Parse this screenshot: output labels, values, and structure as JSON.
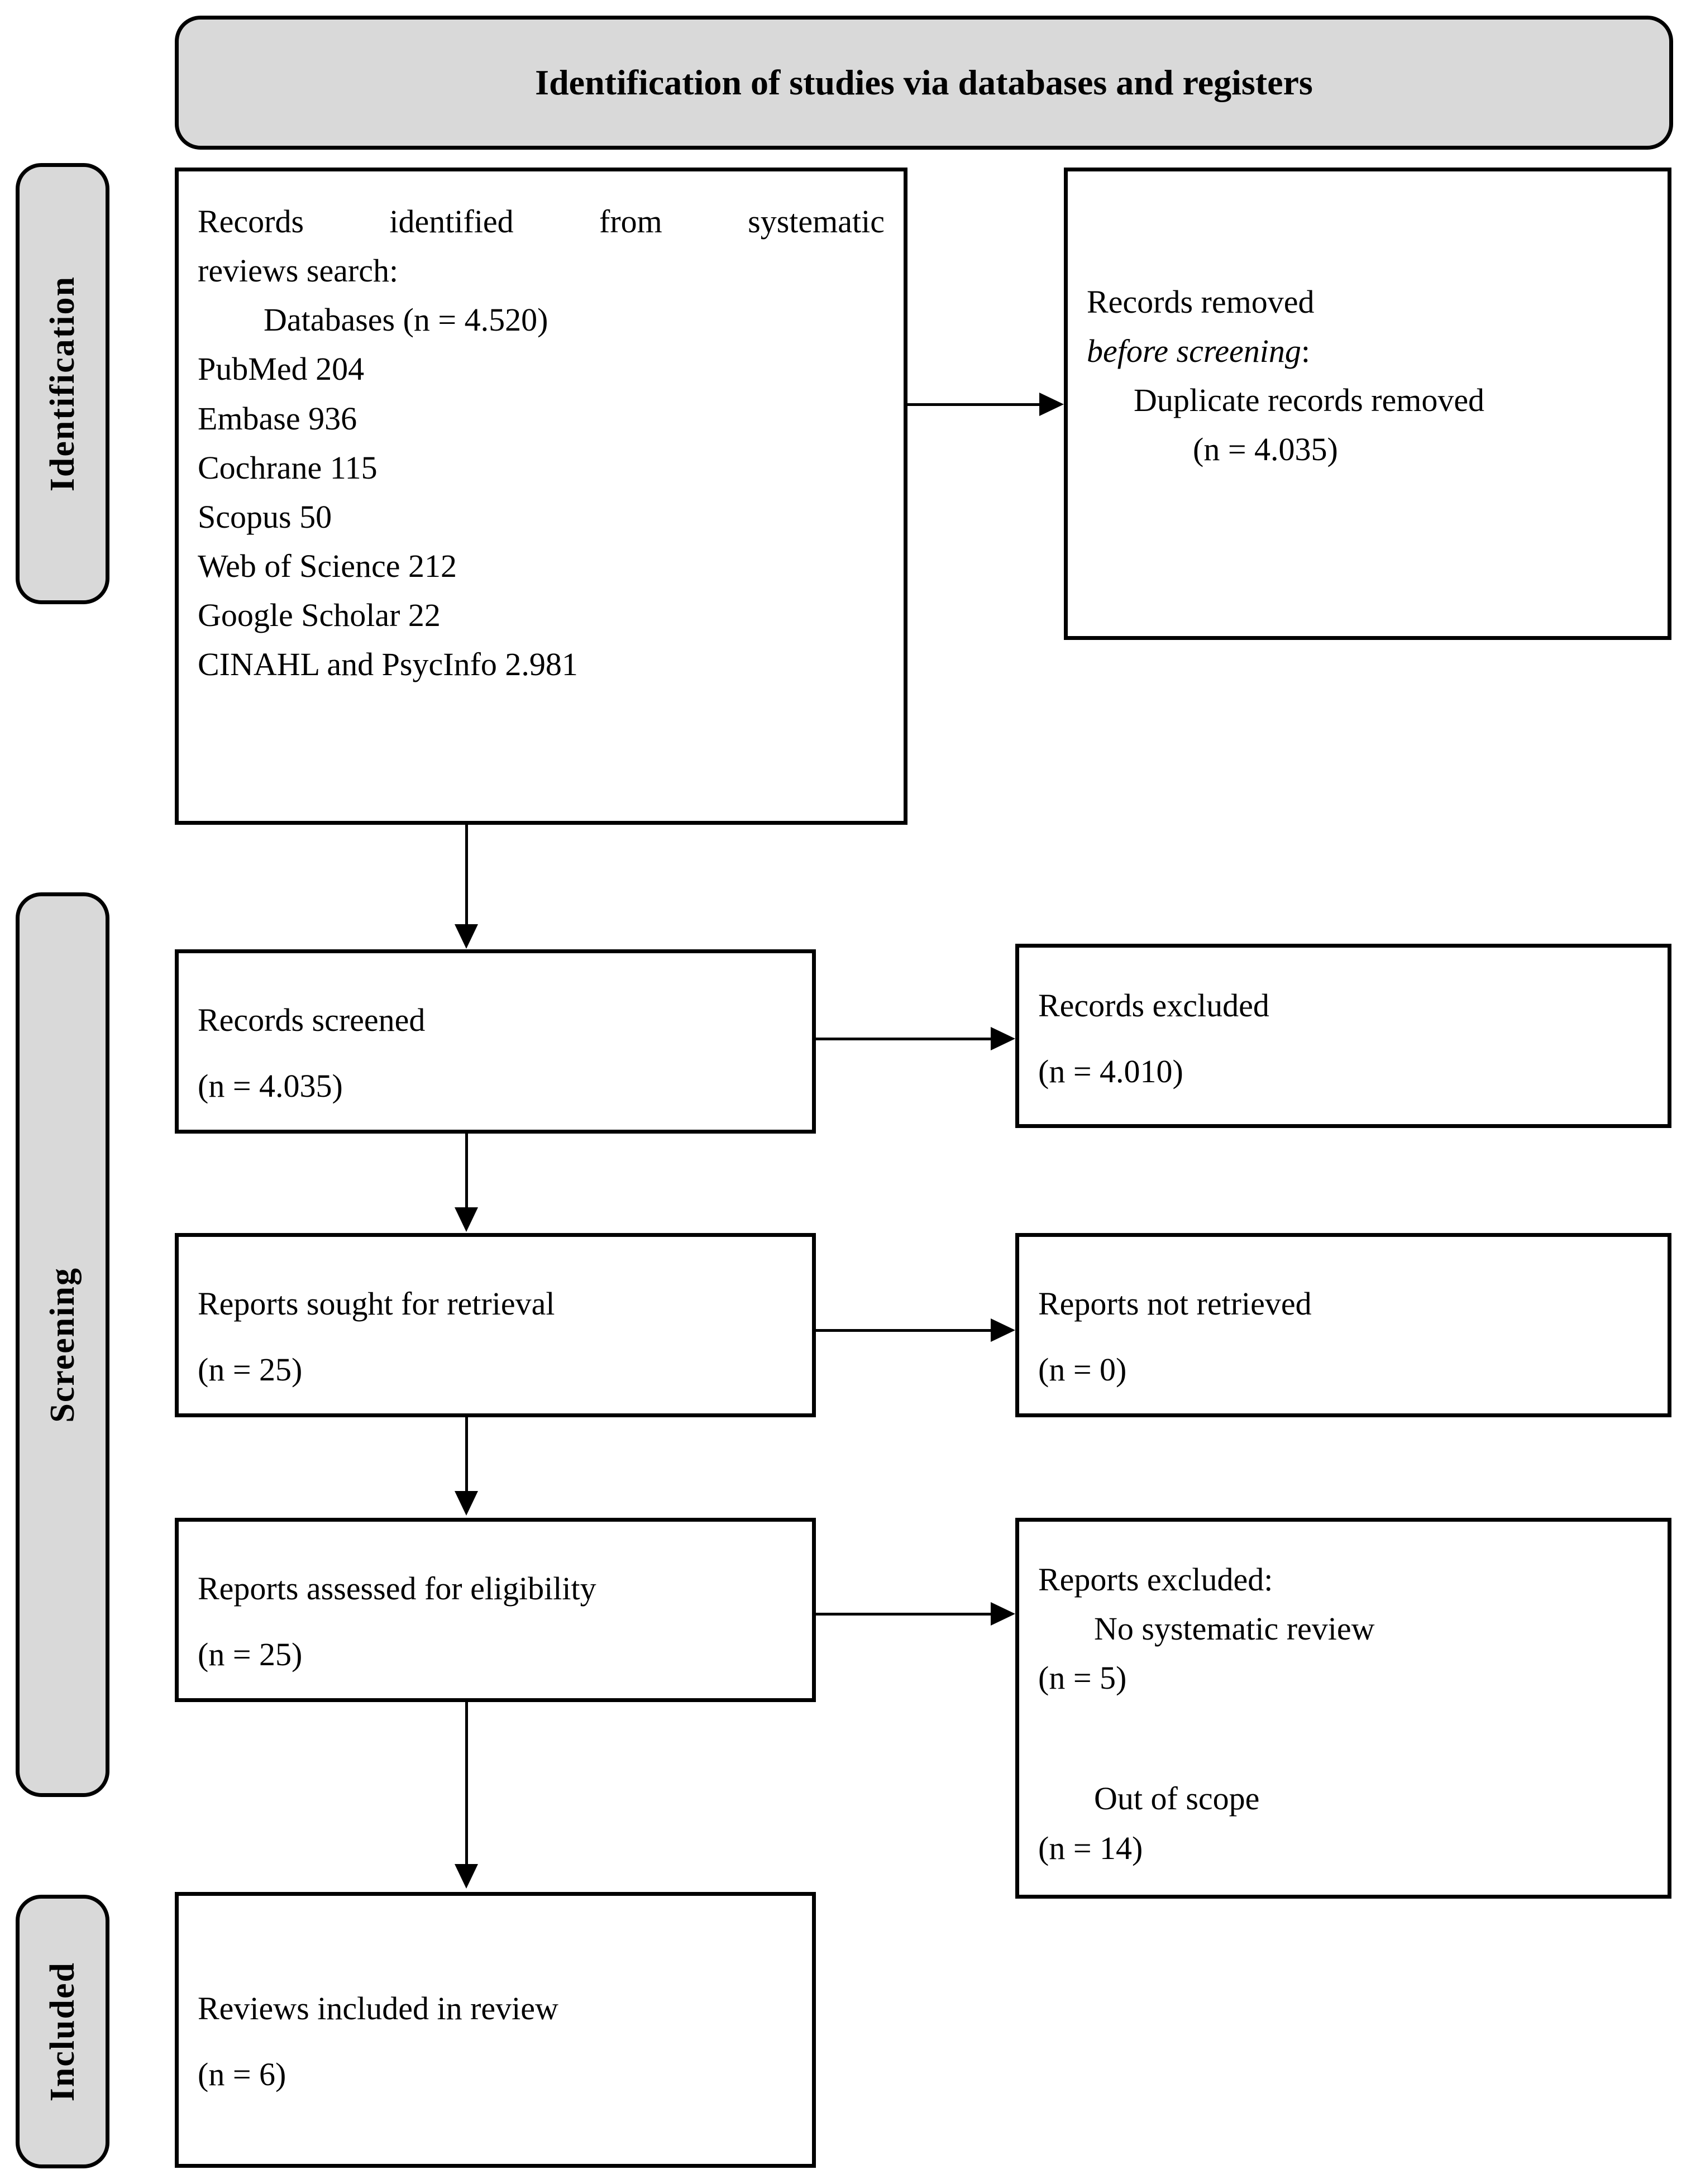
{
  "header": {
    "title": "Identification of studies via databases and registers"
  },
  "stages": [
    {
      "key": "identification",
      "label": "Identification"
    },
    {
      "key": "screening",
      "label": "Screening"
    },
    {
      "key": "included",
      "label": "Included"
    }
  ],
  "boxes": {
    "records_identified": {
      "title_part1": "Records",
      "title_part2": "identified",
      "title_part3": "from",
      "title_part4": "systematic",
      "title_line2": "reviews search:",
      "databases_line": "Databases (n = 4.520)",
      "sources": [
        {
          "name": "PubMed",
          "count": "204",
          "text": "PubMed 204"
        },
        {
          "name": "Embase",
          "count": "936",
          "text": "Embase 936"
        },
        {
          "name": "Cochrane",
          "count": "115",
          "text": "Cochrane 115"
        },
        {
          "name": "Scopus",
          "count": "50",
          "text": "Scopus 50"
        },
        {
          "name": "Web of Science",
          "count": "212",
          "text": "Web of Science 212"
        },
        {
          "name": "Google Scholar",
          "count": "22",
          "text": "Google Scholar 22"
        },
        {
          "name": "CINAHL and PsycInfo",
          "count": "2.981",
          "text": "CINAHL and PsycInfo    2.981"
        }
      ]
    },
    "records_removed": {
      "line1": "Records removed",
      "line2_italic": "before screening",
      "line2_colon": ":",
      "line3": "Duplicate records removed",
      "line4": "(n = 4.035)"
    },
    "records_screened": {
      "label": "Records screened",
      "count": "(n = 4.035)"
    },
    "records_excluded": {
      "label": "Records excluded",
      "count": "(n = 4.010)"
    },
    "reports_sought": {
      "label": "Reports sought for retrieval",
      "count": "(n = 25)"
    },
    "reports_not_retrieved": {
      "label": "Reports not retrieved",
      "count": "(n = 0)"
    },
    "reports_assessed": {
      "label": "Reports assessed for eligibility",
      "count": "(n = 25)"
    },
    "reports_excluded": {
      "heading": "Reports excluded:",
      "reason1": "No systematic review",
      "reason1_count": "(n = 5)",
      "reason2": "Out of scope",
      "reason2_count": "(n = 14)"
    },
    "reviews_included": {
      "label": "Reviews included in review",
      "count": "(n = 6)"
    }
  },
  "colors": {
    "band_fill": "#d9d9d9",
    "stroke": "#000000",
    "box_fill": "#ffffff"
  }
}
